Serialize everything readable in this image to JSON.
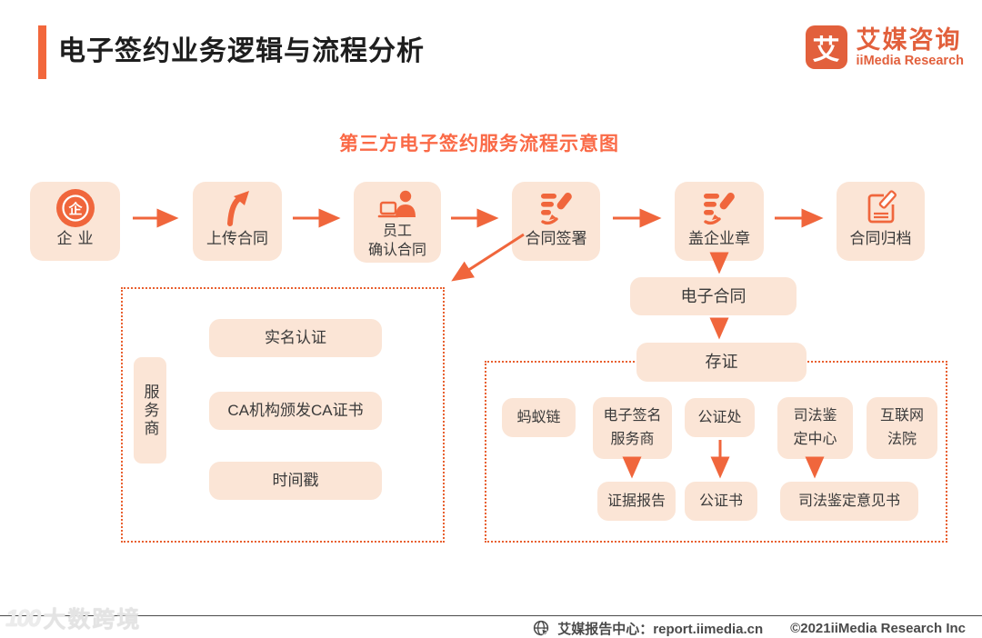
{
  "header": {
    "title": "电子签约业务逻辑与流程分析",
    "logo": {
      "glyph": "艾",
      "name_cn": "艾媒咨询",
      "name_en": "iiMedia Research"
    }
  },
  "diagram": {
    "title": "第三方电子签约服务流程示意图",
    "flow": {
      "steps": [
        {
          "id": "enterprise",
          "icon": "enterprise-icon",
          "lines": [
            "企业"
          ]
        },
        {
          "id": "upload-contract",
          "icon": "upload-arrow-icon",
          "lines": [
            "上传合同"
          ]
        },
        {
          "id": "employee-confirm",
          "icon": "employee-laptop-icon",
          "lines": [
            "员工",
            "确认合同"
          ]
        },
        {
          "id": "contract-sign",
          "icon": "signature-pen-icon",
          "lines": [
            "合同签署"
          ]
        },
        {
          "id": "company-seal",
          "icon": "signature-pen-icon",
          "lines": [
            "盖企业章"
          ]
        },
        {
          "id": "contract-archive",
          "icon": "document-edit-icon",
          "lines": [
            "合同归档"
          ]
        }
      ]
    },
    "service_provider_panel": {
      "side_label": "服务商",
      "items": [
        "实名认证",
        "CA机构颁发CA证书",
        "时间戳"
      ]
    },
    "deposit_chain": {
      "electronic_contract": "电子合同",
      "deposit": "存证"
    },
    "deposit_panel": {
      "parties": [
        {
          "id": "ant-chain",
          "lines": [
            "蚂蚁链"
          ]
        },
        {
          "id": "esign-provider",
          "lines": [
            "电子签名",
            "服务商"
          ]
        },
        {
          "id": "notary-office",
          "lines": [
            "公证处"
          ]
        },
        {
          "id": "judicial-center",
          "lines": [
            "司法鉴",
            "定中心"
          ]
        },
        {
          "id": "internet-court",
          "lines": [
            "互联网",
            "法院"
          ]
        }
      ],
      "outputs": [
        "证据报告",
        "公证书",
        "司法鉴定意见书"
      ]
    }
  },
  "footer": {
    "watermark": "大数跨境",
    "watermark_logo": "100",
    "report_center": "艾媒报告中心：report.iimedia.cn",
    "copyright": "©2021iiMedia Research  Inc",
    "icon": "globe-cursor-icon"
  },
  "colors": {
    "accent": "#F2673C",
    "box_fill": "#FBE5D6",
    "subtitle": "#FA6A47",
    "dashed_border": "#E8602F",
    "logo": "#E2603C",
    "footer_text": "#4A4A4A"
  }
}
